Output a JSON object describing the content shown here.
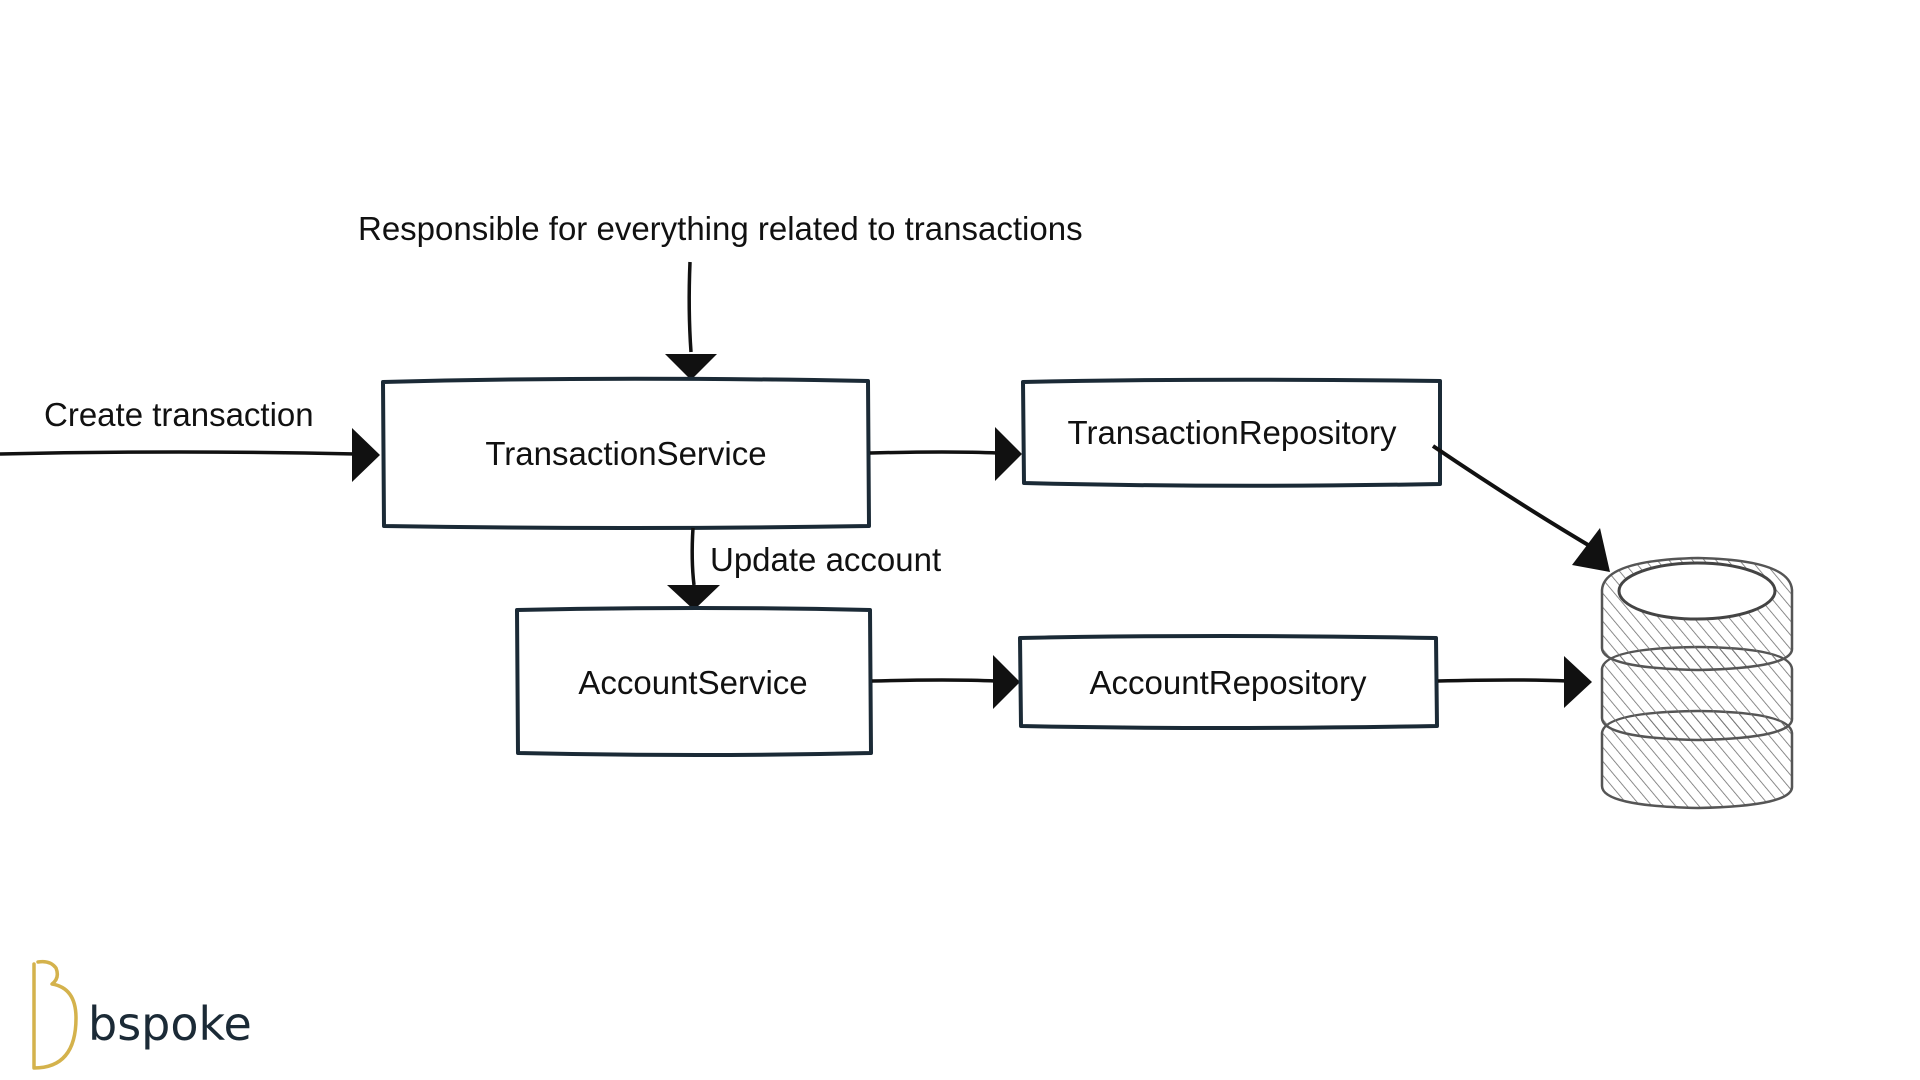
{
  "annotations": {
    "responsibility_note": "Responsible for everything related to transactions",
    "create_transaction": "Create transaction",
    "update_account": "Update account"
  },
  "components": {
    "transaction_service": "TransactionService",
    "transaction_repository": "TransactionRepository",
    "account_service": "AccountService",
    "account_repository": "AccountRepository"
  },
  "logo": {
    "text": "bspoke",
    "icon": "bspoke-logo-icon",
    "accent_color": "#d4b24c"
  },
  "colors": {
    "box_stroke": "#1b2a36",
    "arrow": "#111111",
    "database_stroke": "#555555"
  }
}
